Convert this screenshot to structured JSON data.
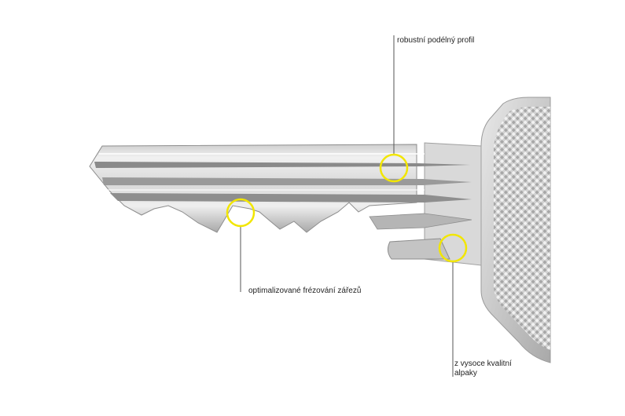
{
  "callouts": {
    "profile": {
      "label": "robustní podélný profil"
    },
    "milling": {
      "label": "optimalizované frézování zářezů"
    },
    "material": {
      "line1": "z vysoce kvalitní",
      "line2": "alpaky"
    }
  },
  "colors": {
    "highlight_ring": "#f2e600",
    "leader_line": "#555555",
    "metal_light": "#e6e6e6",
    "metal_mid": "#bdbdbd",
    "metal_dark": "#7d7d7d",
    "groove_dark": "#8a8a8a"
  }
}
